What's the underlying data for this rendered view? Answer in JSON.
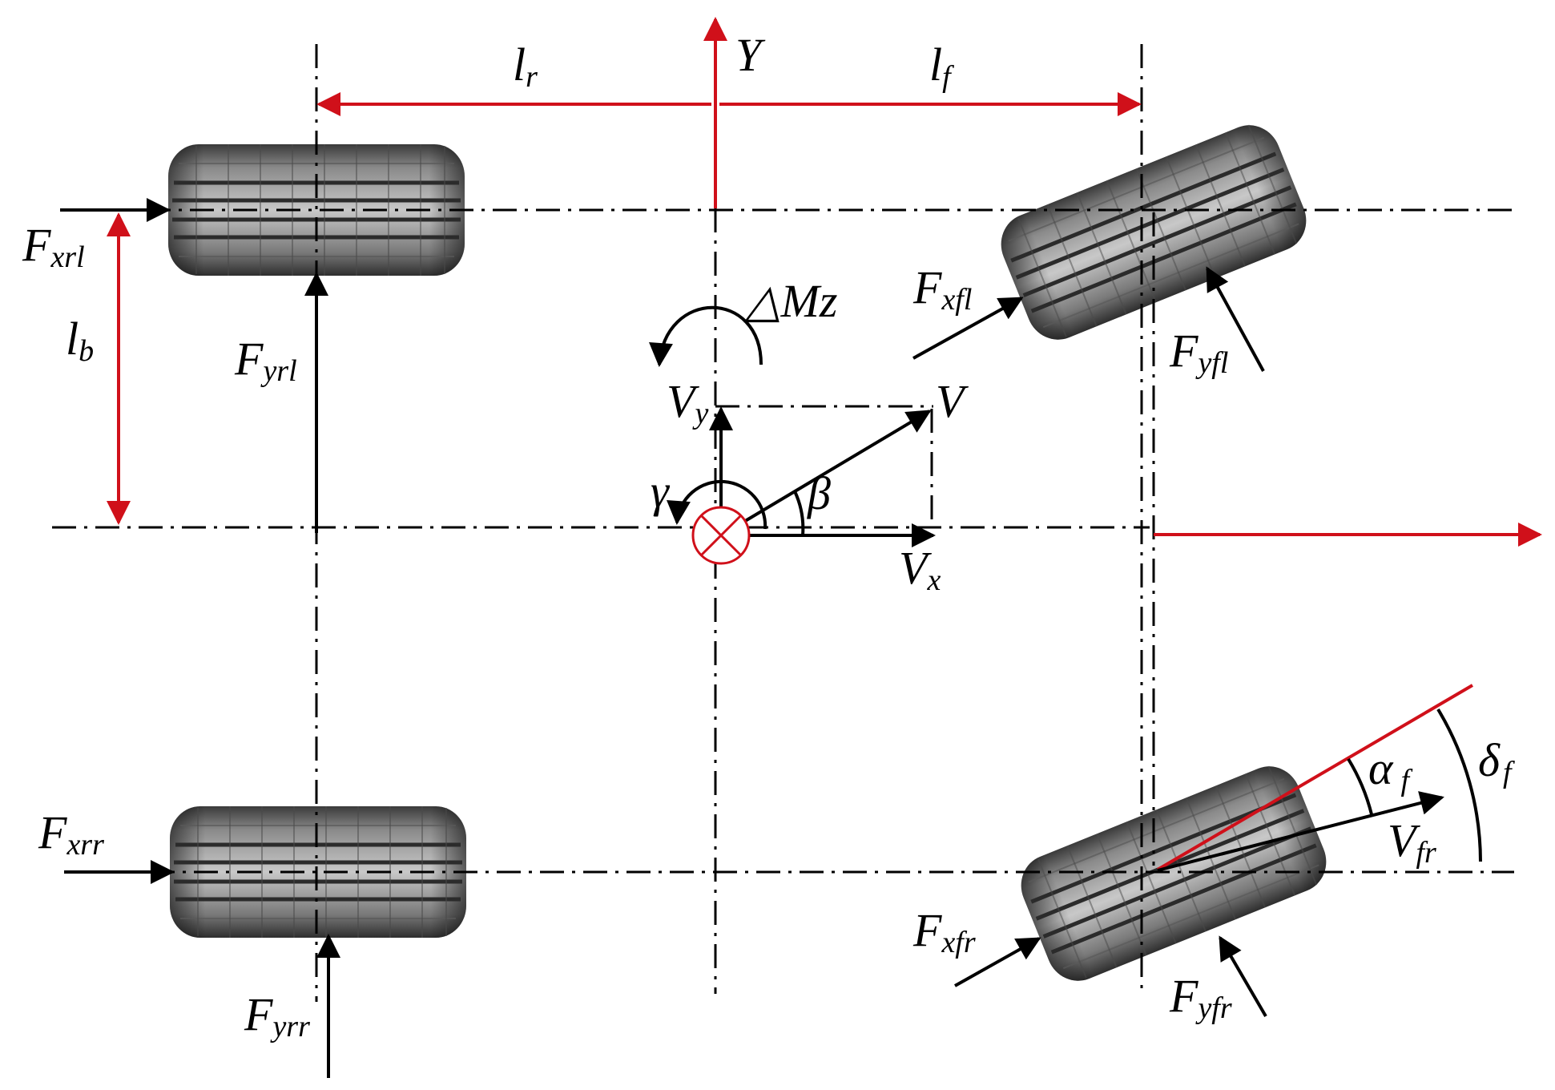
{
  "labels": {
    "Fxrl": {
      "main": "F",
      "sub": "xrl"
    },
    "Fyrl": {
      "main": "F",
      "sub": "yrl"
    },
    "Fxrr": {
      "main": "F",
      "sub": "xrr"
    },
    "Fyrr": {
      "main": "F",
      "sub": "yrr"
    },
    "Fxfl": {
      "main": "F",
      "sub": "xfl"
    },
    "Fyfl": {
      "main": "F",
      "sub": "yfl"
    },
    "Fxfr": {
      "main": "F",
      "sub": "xfr"
    },
    "Fyfr": {
      "main": "F",
      "sub": "yfr"
    },
    "lr": {
      "main": "l",
      "sub": "r"
    },
    "lf": {
      "main": "l",
      "sub": "f"
    },
    "lb": {
      "main": "l",
      "sub": "b"
    },
    "Y": "Y",
    "dMz": "△Mz",
    "V": "V",
    "Vy": {
      "main": "V",
      "sub": "y"
    },
    "Vx": {
      "main": "V",
      "sub": "x"
    },
    "gamma": "γ",
    "beta": "β",
    "alpha_f": {
      "main": "α",
      "sub": "f"
    },
    "delta_f": {
      "main": "δ",
      "sub": "f"
    },
    "Vfr": {
      "main": "V",
      "sub": "fr"
    }
  },
  "colors": {
    "accent": "#d0101a",
    "line": "#000000",
    "tire_dark": "#2a2a2a",
    "tire_light": "#bdbdbd"
  },
  "icons": {
    "cg": "center-of-gravity-icon",
    "tire": "tire-icon"
  }
}
